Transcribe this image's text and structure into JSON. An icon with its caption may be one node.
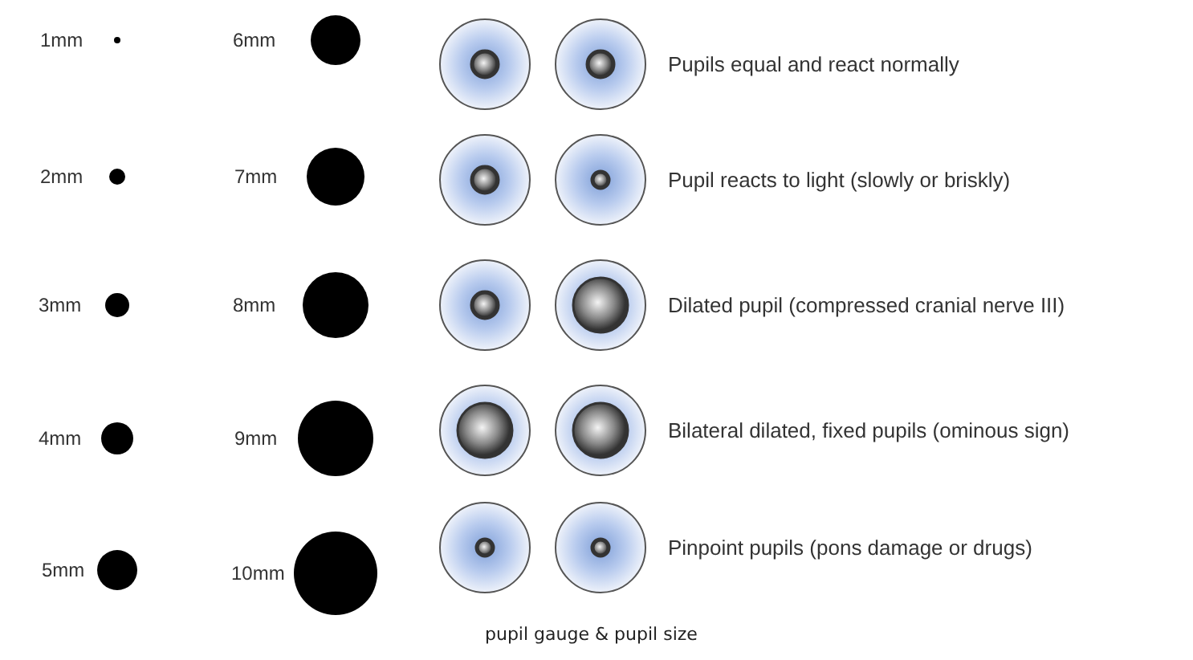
{
  "diagram": {
    "caption": "pupil gauge & pupil size",
    "labels": [
      "1mm",
      "6mm",
      "Pupils equal and react normally",
      "2mm",
      "7mm",
      "Pupil reacts to light (slowly or briskly)",
      "3mm",
      "8mm",
      "Dilated pupil (compressed cranial nerve III)",
      "4mm",
      "9mm",
      "Bilateral dilated, fixed pupils (ominous sign)",
      "5mm",
      "10mm",
      "Pinpoint pupils (pons damage or drugs)"
    ]
  }
}
